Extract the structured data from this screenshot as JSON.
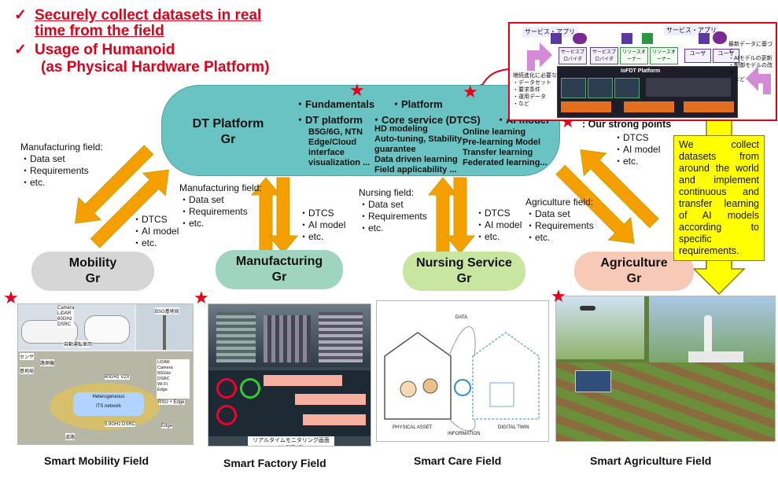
{
  "headline": {
    "line1": "Securely collect datasets in real",
    "line2": "time from the field",
    "line3": "Usage of Humanoid",
    "line4": "(as Physical Hardware Platform)",
    "check": "✓"
  },
  "platform": {
    "title1": "DT Platform",
    "title2": "Gr",
    "fundamentals": "・Fundamentals",
    "platform_label": "・Platform",
    "dt_platform": "・DT platform",
    "core_service": "・Core service (DTCS)",
    "ai_model": "・AI model",
    "dt_items": [
      "B5G/6G, NTN",
      "Edge/Cloud",
      "interface",
      "visualization ..."
    ],
    "core_items": [
      "HD modeling",
      "Auto-tuning, Stability-",
      "guarantee",
      "Data driven learning",
      "Field applicability ..."
    ],
    "ai_items": [
      "Online learning",
      "Pre-learning Model",
      "Transfer learning",
      "Federated learning..."
    ]
  },
  "strong_points": {
    "label": ": Our strong points",
    "line2a": "points",
    "items": [
      "・DTCS",
      "・AI model",
      "・etc."
    ]
  },
  "fields": [
    {
      "title": "Manufacturing field:",
      "items": [
        "・Data set",
        "・Requirements",
        "・etc."
      ]
    },
    {
      "title": "Manufacturing field:",
      "items": [
        "・Data set",
        "・Requirements",
        "・etc."
      ]
    },
    {
      "title": "Nursing field:",
      "items": [
        "・Data set",
        "・Requirements",
        "・etc."
      ]
    },
    {
      "title": "Agriculture field:",
      "items": [
        "・Data set",
        "・Requirements",
        "・etc."
      ]
    }
  ],
  "return_items": [
    "・DTCS",
    "・AI model",
    "・etc."
  ],
  "groups": [
    {
      "name": "Mobility",
      "gr": "Gr"
    },
    {
      "name": "Manufacturing",
      "gr": "Gr"
    },
    {
      "name": "Nursing Service",
      "gr": "Gr"
    },
    {
      "name": "Agriculture",
      "gr": "Gr"
    }
  ],
  "captions": [
    "Smart Mobility Field",
    "Smart Factory Field",
    "Smart Care Field",
    "Smart Agriculture Field"
  ],
  "yellow_note": "We collect datasets from around the world and implement continuous and transfer learning of AI models according to specific requirements.",
  "iofdt": {
    "title": "IoFDT Platform",
    "service_app": "サービス・アプリ",
    "service_app2": "サービス・アプリ",
    "provider": "サービスプロバイダ",
    "resource_owner": "リソースオーナー",
    "user": "ユーザ",
    "left_note": [
      "継続進化に必要な",
      "・データセット",
      "・要求条件",
      "・運用データ",
      "・など"
    ],
    "right_note": [
      "最新データに基づく",
      "・AIモデルの更新",
      "・制御モデルの改善",
      "・など"
    ]
  },
  "mobility_labels": [
    "Camera",
    "LiDAR",
    "60GHz",
    "DSRC",
    "自動運転車両",
    "センサ",
    "基地局",
    "路側機",
    "60GHz V2X",
    "Heterogeneous",
    "ITS network",
    "5.9GHz DSRC",
    "LiDAR",
    "Camera",
    "60GHz",
    "DSRC",
    "Wi-Fi",
    "Edge",
    "RSU + Edge",
    "Edge",
    "BSG基地局",
    "道路"
  ],
  "factory_label": "リアルタイムモニタリング画面（実験監視）",
  "care_labels": [
    "DATA",
    "PHYSICAL ASSET",
    "INFORMATION",
    "DIGITAL TWIN"
  ]
}
